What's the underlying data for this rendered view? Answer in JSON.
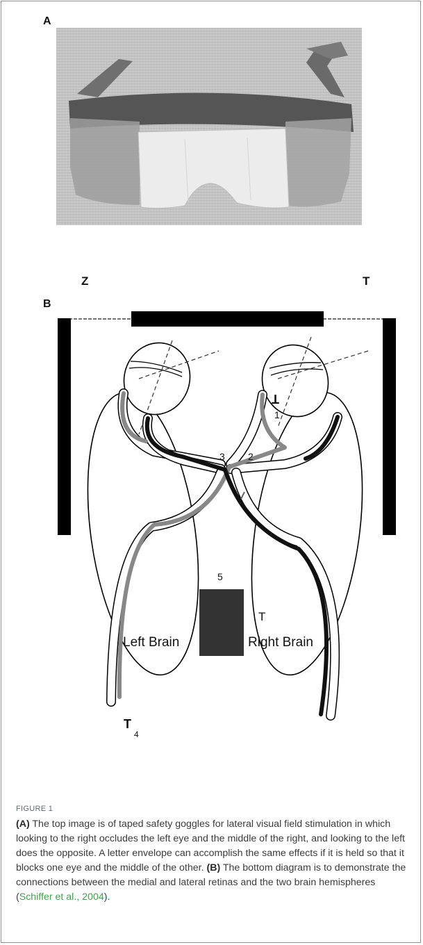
{
  "panels": {
    "a_label": "A",
    "b_label": "B"
  },
  "diagram": {
    "letter_top_left": "Z",
    "letter_top_right": "T",
    "num1": "1",
    "num2": "2",
    "num3": "3",
    "num4": "4",
    "num5": "5",
    "tag_eye": "T",
    "tag_right": "T",
    "tag_left": "T",
    "left_brain": "Left Brain",
    "right_brain": "Right Brain"
  },
  "caption": {
    "figure_label": "FIGURE 1",
    "a_marker": "(A)",
    "a_text": " The top image is of taped safety goggles for lateral visual field stimulation in which looking to the right occludes the left eye and the middle of the right, and looking to the left does the opposite. A letter envelope can accomplish the same effects if it is held so that it blocks one eye and the middle of the other. ",
    "b_marker": "(B)",
    "b_text": " The bottom diagram is to demonstrate the connections between the medial and lateral retinas and the two brain hemispheres (",
    "citation": "Schiffer et al., 2004",
    "end": ")."
  },
  "colors": {
    "citation": "#43a04a",
    "gray_pathway": "#888888",
    "black_pathway": "#111111"
  }
}
